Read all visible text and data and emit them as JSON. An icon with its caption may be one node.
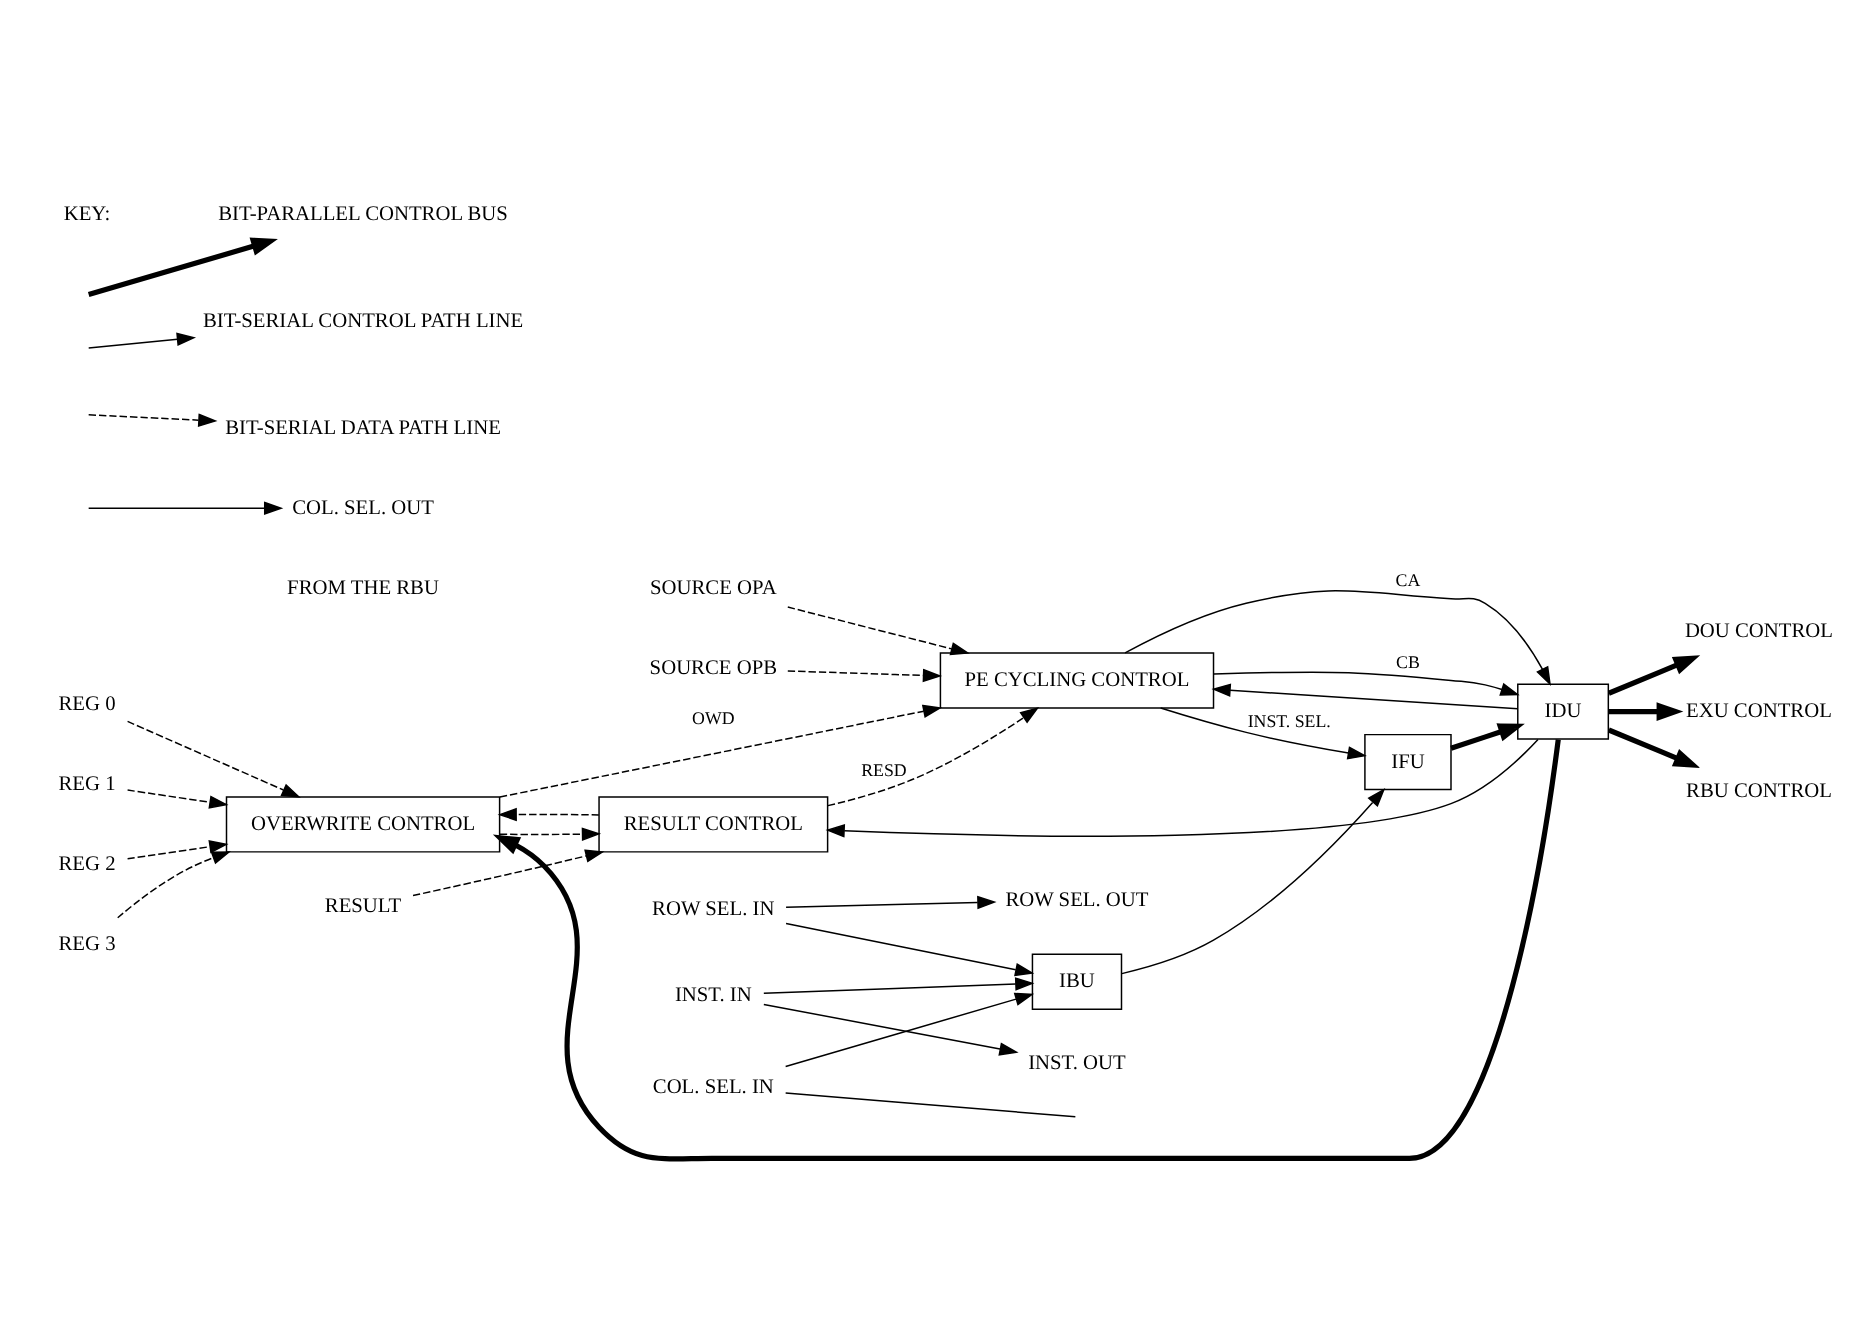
{
  "diagram": {
    "nodes": [
      {
        "text": [
          "REG 0"
        ]
      },
      {
        "text": [
          "REG 1"
        ]
      },
      {
        "text": [
          "REG 2"
        ]
      },
      {
        "text": [
          "REG 3"
        ]
      },
      {
        "text": [
          "RESULT"
        ]
      },
      {
        "text": [
          "OVERWRITE CONTROL"
        ]
      },
      {
        "text": [
          "RESULT CONTROL"
        ]
      },
      {
        "text": [
          "SOURCE OPA"
        ]
      },
      {
        "text": [
          "SOURCE OPB"
        ]
      },
      {
        "text": [
          "PE CYCLING CONTROL"
        ]
      },
      {
        "text": [
          "DOU CONTROL"
        ]
      },
      {
        "text": [
          "EXU CONTROL"
        ]
      },
      {
        "text": [
          "RBU CONTROL"
        ]
      },
      {
        "text": [
          "IDU"
        ]
      },
      {
        "text": [
          "INST. IN"
        ]
      },
      {
        "text": [
          "ROW SEL. IN"
        ]
      },
      {
        "text": [
          "COL. SEL. IN"
        ]
      },
      {
        "text": [
          "IBU"
        ]
      },
      {
        "text": [
          "IFU"
        ]
      },
      {
        "text": [
          "INST. OUT"
        ]
      },
      {
        "text": [
          "ROW SEL. OUT"
        ]
      },
      {
        "text": [
          "COL. SEL. OUT"
        ]
      }
    ],
    "edges": [
      {
        "from": 0,
        "to": 5,
        "arrow": "to",
        "style": "dashed"
      },
      {
        "from": 1,
        "to": 5,
        "arrow": "to",
        "style": "dashed"
      },
      {
        "from": 2,
        "to": 5,
        "arrow": "to",
        "style": "dashed"
      },
      {
        "from": 3,
        "to": 5,
        "arrow": "to",
        "style": "dashed"
      },
      {
        "from": 4,
        "to": 6,
        "arrow": "to",
        "style": "dashed"
      },
      {
        "from": 7,
        "to": 9,
        "arrow": "to",
        "style": "dashed"
      },
      {
        "from": 8,
        "to": 9,
        "arrow": "to",
        "style": "dashed"
      },
      {
        "from": 5,
        "to": 9,
        "arrow": "to",
        "style": "dashed",
        "label": "OWD"
      },
      {
        "from": 5,
        "to": 6,
        "arrow": "to",
        "style": "dashed"
      },
      {
        "from": 6,
        "to": 9,
        "arrow": "to",
        "style": "dashed",
        "label": "RESD"
      },
      {
        "from": 6,
        "to": 5,
        "arrow": "to",
        "style": "dashed"
      },
      {
        "from": 13,
        "to": 5,
        "arrow": "to",
        "style": "thick"
      },
      {
        "from": 13,
        "to": 6,
        "arrow": "to"
      },
      {
        "from": 13,
        "to": 9,
        "arrow": "to"
      },
      {
        "from": 9,
        "to": 13,
        "arrow": "to",
        "label": "CA"
      },
      {
        "from": 9,
        "to": 13,
        "arrow": "to",
        "label": "CB"
      },
      {
        "from": 9,
        "to": 18,
        "arrow": "to",
        "label": "INST. SEL."
      },
      {
        "from": 13,
        "to": 10,
        "arrow": "to",
        "style": "thick"
      },
      {
        "from": 13,
        "to": 11,
        "arrow": "to",
        "style": "thick"
      },
      {
        "from": 13,
        "to": 12,
        "arrow": "to",
        "style": "thick"
      },
      {
        "from": 18,
        "to": 13,
        "arrow": "to",
        "style": "thick"
      },
      {
        "from": 17,
        "to": 18,
        "arrow": "to"
      },
      {
        "from": 14,
        "to": 17,
        "arrow": "to"
      },
      {
        "from": 15,
        "to": 17,
        "arrow": "to"
      },
      {
        "from": 16,
        "to": 17,
        "arrow": "to"
      },
      {
        "from": 14,
        "to": 19,
        "arrow": "to"
      },
      {
        "from": 15,
        "to": 20,
        "arrow": "to"
      },
      {
        "from": 16,
        "to": null,
        "arrow": "none"
      },
      {
        "from": null,
        "to": 21,
        "arrow": "to"
      }
    ],
    "labels": [
      "FROM THE RBU",
      "KEY:"
    ],
    "legend": [
      {
        "text": "BIT-PARALLEL CONTROL BUS"
      },
      {
        "text": "BIT-SERIAL CONTROL PATH LINE"
      },
      {
        "text": "BIT-SERIAL DATA PATH LINE"
      }
    ]
  }
}
